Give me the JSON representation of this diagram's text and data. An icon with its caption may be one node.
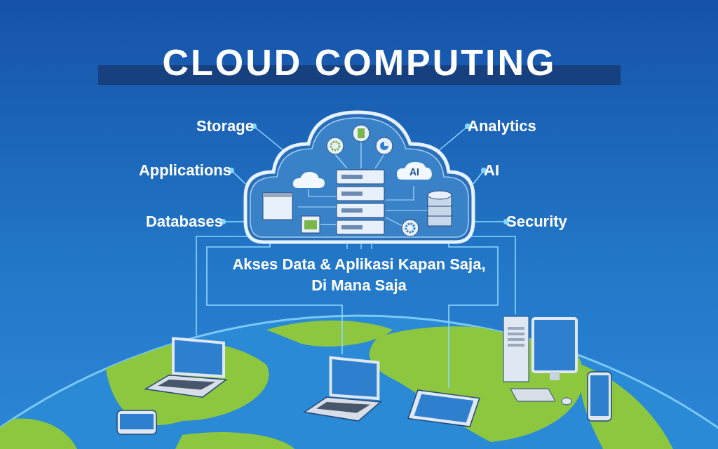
{
  "diagram": {
    "title": "CLOUD COMPUTING",
    "nodes": [
      {
        "text": [],
        "shape": "cloud"
      },
      {
        "text": [
          "AI"
        ],
        "in": 0
      },
      {
        "text": [
          "Storage"
        ]
      },
      {
        "text": [
          "Applications"
        ]
      },
      {
        "text": [
          "Databases"
        ]
      },
      {
        "text": [
          "Analytics"
        ]
      },
      {
        "text": [
          "AI"
        ]
      },
      {
        "text": [
          "Security"
        ]
      },
      {
        "text": [],
        "shape": "phone"
      },
      {
        "text": [],
        "shape": "laptop"
      },
      {
        "text": [],
        "shape": "laptop"
      },
      {
        "text": [],
        "shape": "tablet"
      },
      {
        "text": [],
        "shape": "computer"
      },
      {
        "text": [],
        "shape": "phone"
      }
    ],
    "edges": [
      {
        "from": 2,
        "to": 0,
        "arrow": "other"
      },
      {
        "from": 3,
        "to": 0,
        "arrow": "other"
      },
      {
        "from": 4,
        "to": 0,
        "arrow": "other"
      },
      {
        "from": 5,
        "to": 0,
        "arrow": "other"
      },
      {
        "from": 6,
        "to": 0,
        "arrow": "other"
      },
      {
        "from": 7,
        "to": 0,
        "arrow": "other"
      },
      {
        "from": 0,
        "to": 9,
        "arrow": "none"
      },
      {
        "from": 0,
        "to": 10,
        "arrow": "none"
      },
      {
        "from": 0,
        "to": 11,
        "arrow": "none"
      },
      {
        "from": 0,
        "to": 12,
        "arrow": "none"
      }
    ],
    "labels": [
      "Akses Data & Aplikasi Kapan Saja, Di Mana Saja"
    ]
  }
}
